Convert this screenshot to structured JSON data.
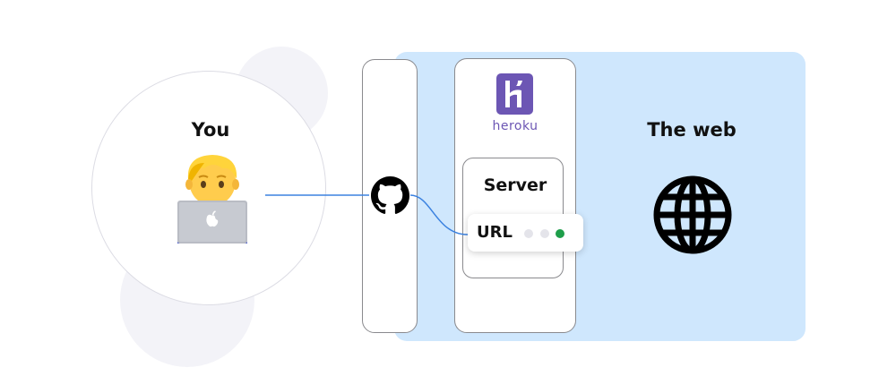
{
  "you": {
    "title": "You"
  },
  "web": {
    "title": "The web"
  },
  "heroku": {
    "wordmark": "heroku",
    "logo_letter": "H"
  },
  "server": {
    "title": "Server"
  },
  "url_card": {
    "label": "URL",
    "status_dots": [
      "inactive",
      "inactive",
      "active"
    ]
  },
  "icons": {
    "person": "person-with-laptop-icon",
    "github": "github-icon",
    "heroku": "heroku-logo-icon",
    "globe": "globe-icon"
  },
  "colors": {
    "web_panel": "#cfe7fd",
    "heroku_purple": "#6c56b4",
    "connector": "#3b82e0",
    "active_dot": "#1e9e4a"
  }
}
